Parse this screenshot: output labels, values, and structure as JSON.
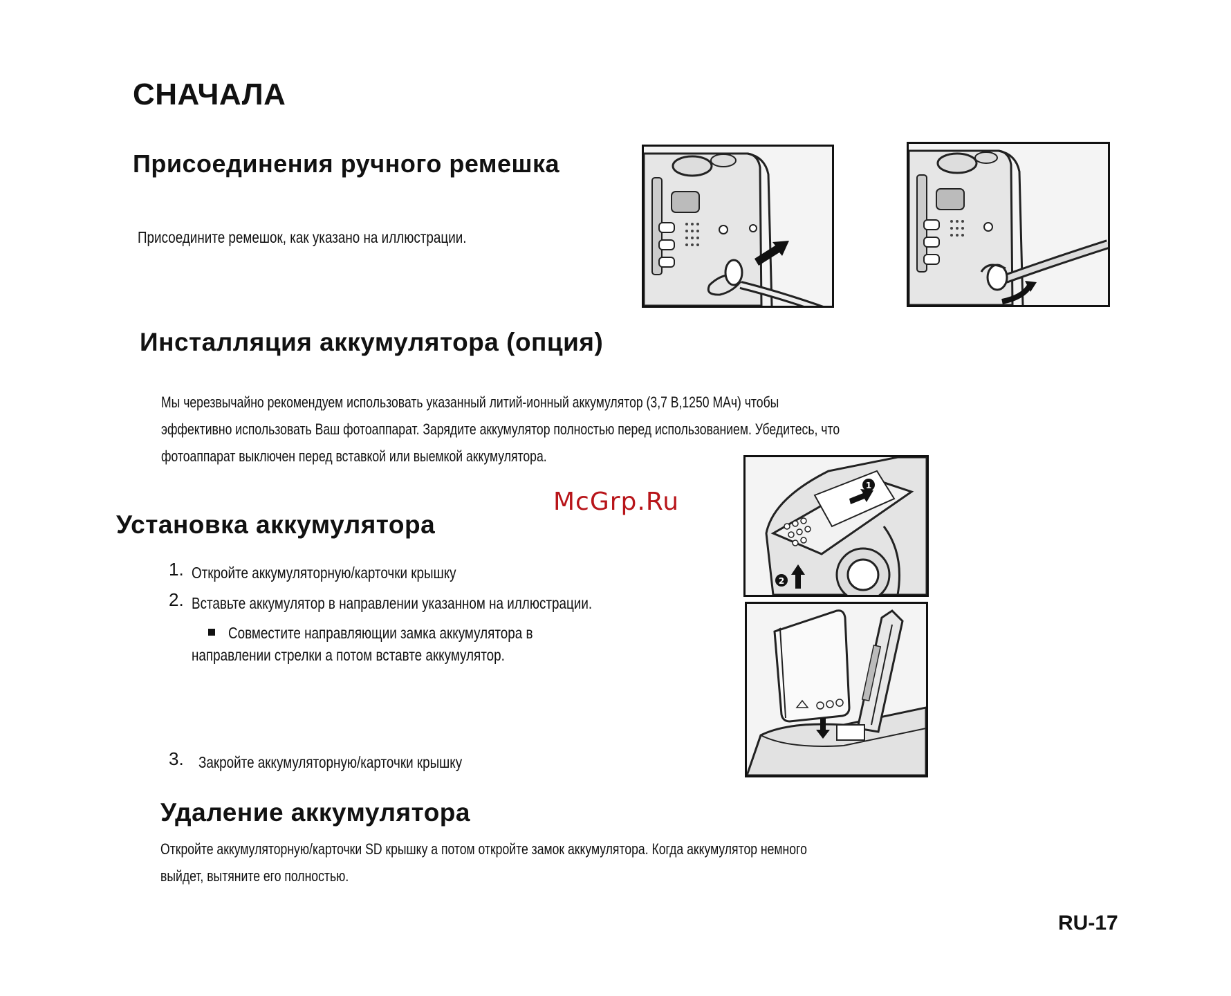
{
  "title": "СНАЧАЛА",
  "strap": {
    "heading": "Присоединения ручного ремешка",
    "text": "Присоедините ремешок, как указано на  иллюстрации."
  },
  "battery_install_option": {
    "heading": "Инсталляция аккумулятора (опция)",
    "lines": [
      "Мы черезвычайно рекомендуем использовать указанный литий-ионный аккумулятор (3,7 В,1250 МАч) чтобы",
      "эффективно использовать Ваш фотоаппарат. Зарядите аккумулятор полностью перед использованием. Убедитесь, что",
      "фотоаппарат выключен перед вставкой или выемкой аккумулятора."
    ]
  },
  "watermark": "McGrp.Ru",
  "battery_setup": {
    "heading": "Установка аккумулятора",
    "steps": [
      {
        "num": "1.",
        "text": "Откройте аккумуляторную/карточки крышку"
      },
      {
        "num": "2.",
        "text": "Вставьте аккумулятор в направлении указанном на  иллюстрации."
      },
      {
        "num": "3.",
        "text": "Закройте аккумуляторную/карточки крышку"
      }
    ],
    "note_line1": "Совместите направляющии замка аккумулятора в",
    "note_line2": "направлении стрелки а потом вставте аккумулятор.",
    "figure_markers": {
      "one": "1",
      "two": "2"
    }
  },
  "battery_remove": {
    "heading": "Удаление аккумулятора",
    "lines": [
      "Откройте аккумуляторную/карточки SD крышку а потом откройте замок аккумулятора. Когда аккумулятор немного",
      "выйдет, вытяните его полностью."
    ]
  },
  "page_number": "RU-17"
}
